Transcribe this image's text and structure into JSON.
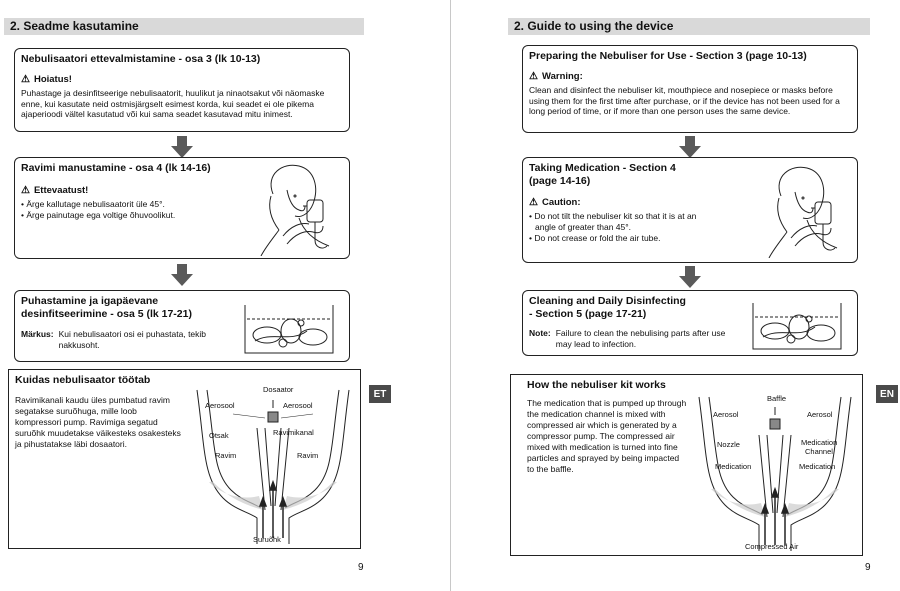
{
  "left": {
    "header": "2.  Seadme kasutamine",
    "box1": {
      "title": "Nebulisaatori ettevalmistamine - osa 3 (lk 10-13)",
      "warn_label": "Hoiatus!",
      "text": "Puhastage ja desinfitseerige nebulisaatorit, huulikut ja ninaotsakut või näomaske enne, kui kasutate neid ostmisjärgselt esimest korda, kui seadet ei ole pikema ajaperioodi vältel kasutatud või kui sama seadet kasutavad mitu inimest."
    },
    "box2": {
      "title": "Ravimi manustamine - osa 4 (lk 14-16)",
      "warn_label": "Ettevaatust!",
      "bullets": [
        "• Ärge kallutage nebulisaatorit üle 45°.",
        "• Ärge painutage ega voltige õhuvoolikut."
      ]
    },
    "box3": {
      "title_line1": "Puhastamine ja igapäevane",
      "title_line2": "desinfitseerimine - osa 5 (lk 17-21)",
      "note_label": "Märkus:",
      "note_text": "Kui nebulisaatori osi ei puhastata, tekib nakkusoht."
    },
    "box4": {
      "title": "Kuidas nebulisaator töötab",
      "text": "Ravimikanali kaudu üles pumbatud ravim segatakse suruõhuga, mille loob kompressori pump. Ravimiga segatud suruõhk muudetakse väikesteks osakesteks ja pihustatakse läbi dosaatori.",
      "labels": {
        "baffle": "Dosaator",
        "aerosol_left": "Aerosool",
        "aerosol_right": "Aerosool",
        "nozzle": "Otsak",
        "channel": "Ravimikanal",
        "med_left": "Ravim",
        "med_right": "Ravim",
        "air": "Suruõhk"
      }
    },
    "lang_tag": "ET",
    "page_number": "9"
  },
  "right": {
    "header": "2.  Guide to using the device",
    "box1": {
      "title": "Preparing the Nebuliser for Use - Section 3 (page 10-13)",
      "warn_label": "Warning:",
      "text": "Clean and disinfect the nebuliser kit, mouthpiece and nosepiece or masks before using them for the first time after purchase, or if the device has not been used for a long period of time, or if more than one person uses the same device."
    },
    "box2": {
      "title_line1": "Taking Medication - Section 4",
      "title_line2": "(page 14-16)",
      "warn_label": "Caution:",
      "bullets": [
        "• Do not tilt the nebuliser kit so that it is at an",
        "  angle of greater than 45°.",
        "• Do not crease or fold the air tube."
      ]
    },
    "box3": {
      "title_line1": "Cleaning and Daily Disinfecting",
      "title_line2": "- Section 5 (page 17-21)",
      "note_label": "Note:",
      "note_text": "Failure to clean the nebulising parts after use may lead to infection."
    },
    "box4": {
      "title": "How the nebuliser kit works",
      "text": "The medication that is pumped up through the medication channel is mixed with compressed air which is generated by a compressor pump. The compressed air mixed with medication is turned into fine particles and sprayed by being impacted to the baffle.",
      "labels": {
        "baffle": "Baffle",
        "aerosol_left": "Aerosol",
        "aerosol_right": "Aerosol",
        "nozzle": "Nozzle",
        "channel_line1": "Medication",
        "channel_line2": "Channel",
        "med_left": "Medication",
        "med_right": "Medication",
        "air": "Compressed Air"
      }
    },
    "lang_tag": "EN",
    "page_number": "9"
  },
  "colors": {
    "header_bg": "#d9d9d9",
    "tag_bg": "#4a4a4a",
    "arrow": "#5a5a5a"
  }
}
